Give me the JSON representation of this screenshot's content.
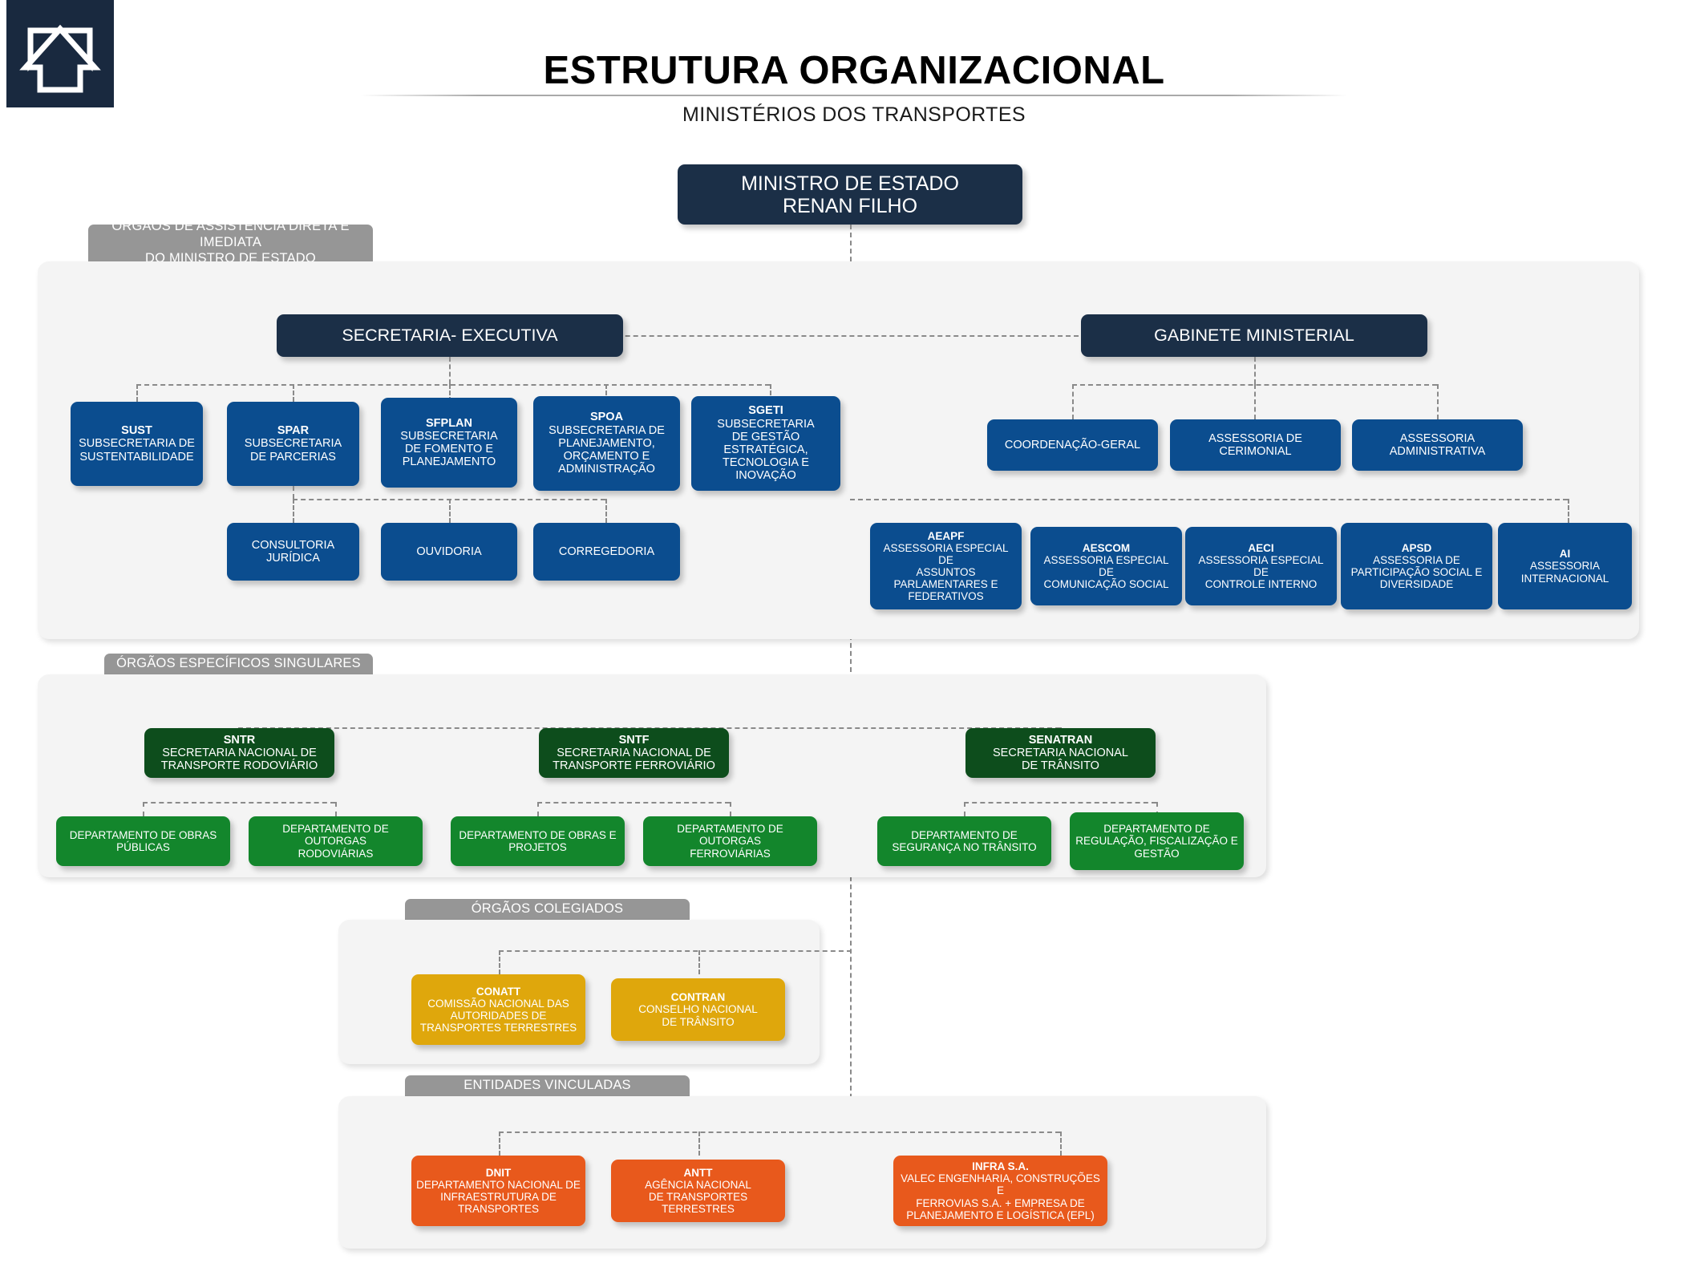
{
  "header": {
    "logo_icon": "ministry-house-arrow-logo",
    "title": "ESTRUTURA ORGANIZACIONAL",
    "subtitle": "MINISTÉRIOS DOS TRANSPORTES"
  },
  "colors": {
    "navy": "#1b2f47",
    "blue": "#0b4d8f",
    "dark_green": "#0d4d1c",
    "green": "#13862c",
    "gold": "#dfa70c",
    "orange": "#e8591c",
    "panel_label_gray": "#969696",
    "panel_bg": "#f4f4f4"
  },
  "minister": {
    "title": "MINISTRO DE ESTADO",
    "name": "RENAN FILHO"
  },
  "sections": {
    "assistencia": {
      "label_line1": "ÓRGÃOS DE ASSISTÊNCIA DIRETA E IMEDIATA",
      "label_line2": "DO MINISTRO DE ESTADO",
      "secretaria_executiva": "SECRETARIA- EXECUTIVA",
      "gabinete_ministerial": "GABINETE MINISTERIAL",
      "subsecretarias": [
        {
          "acronym": "SUST",
          "description": "SUBSECRETARIA DE\nSUSTENTABILIDADE"
        },
        {
          "acronym": "SPAR",
          "description": "SUBSECRETARIA\nDE PARCERIAS"
        },
        {
          "acronym": "SFPLAN",
          "description": "SUBSECRETARIA\nDE FOMENTO E\nPLANEJAMENTO"
        },
        {
          "acronym": "SPOA",
          "description": "SUBSECRETARIA DE\nPLANEJAMENTO,\nORÇAMENTO E\nADMINISTRAÇÃO"
        },
        {
          "acronym": "SGETI",
          "description": "SUBSECRETARIA\nDE GESTÃO ESTRATÉGICA,\nTECNOLOGIA E\nINOVAÇÃO"
        }
      ],
      "orgaos_secretaria": [
        {
          "acronym": "",
          "description": "CONSULTORIA\nJURÍDICA"
        },
        {
          "acronym": "",
          "description": "OUVIDORIA"
        },
        {
          "acronym": "",
          "description": "CORREGEDORIA"
        }
      ],
      "gabinete_children": [
        {
          "acronym": "",
          "description": "COORDENAÇÃO-GERAL"
        },
        {
          "acronym": "",
          "description": "ASSESSORIA DE CERIMONIAL"
        },
        {
          "acronym": "",
          "description": "ASSESSORIA ADMINISTRATIVA"
        }
      ],
      "assessorias": [
        {
          "acronym": "AEAPF",
          "description": "ASSESSORIA ESPECIAL DE\nASSUNTOS\nPARLAMENTARES E\nFEDERATIVOS"
        },
        {
          "acronym": "AESCOM",
          "description": "ASSESSORIA ESPECIAL DE\nCOMUNICAÇÃO SOCIAL"
        },
        {
          "acronym": "AECI",
          "description": "ASSESSORIA ESPECIAL DE\nCONTROLE INTERNO"
        },
        {
          "acronym": "APSD",
          "description": "ASSESSORIA DE\nPARTICIPAÇÃO SOCIAL E\nDIVERSIDADE"
        },
        {
          "acronym": "AI",
          "description": "ASSESSORIA\nINTERNACIONAL"
        }
      ]
    },
    "especificos": {
      "label": "ÓRGÃOS ESPECÍFICOS SINGULARES",
      "secretarias": [
        {
          "acronym": "SNTR",
          "description": "SECRETARIA NACIONAL DE\nTRANSPORTE RODOVIÁRIO"
        },
        {
          "acronym": "SNTF",
          "description": "SECRETARIA NACIONAL DE\nTRANSPORTE FERROVIÁRIO"
        },
        {
          "acronym": "SENATRAN",
          "description": "SECRETARIA NACIONAL\nDE TRÂNSITO"
        }
      ],
      "departamentos": [
        {
          "acronym": "",
          "description": "DEPARTAMENTO DE OBRAS\nPÚBLICAS"
        },
        {
          "acronym": "",
          "description": "DEPARTAMENTO DE OUTORGAS\nRODOVIÁRIAS"
        },
        {
          "acronym": "",
          "description": "DEPARTAMENTO DE OBRAS E\nPROJETOS"
        },
        {
          "acronym": "",
          "description": "DEPARTAMENTO DE OUTORGAS\nFERROVIÁRIAS"
        },
        {
          "acronym": "",
          "description": "DEPARTAMENTO DE\nSEGURANÇA NO TRÂNSITO"
        },
        {
          "acronym": "",
          "description": "DEPARTAMENTO DE\nREGULAÇÃO, FISCALIZAÇÃO E\nGESTÃO"
        }
      ]
    },
    "colegiados": {
      "label": "ÓRGÃOS COLEGIADOS",
      "items": [
        {
          "acronym": "CONATT",
          "description": "COMISSÃO NACIONAL DAS\nAUTORIDADES DE\nTRANSPORTES TERRESTRES"
        },
        {
          "acronym": "CONTRAN",
          "description": "CONSELHO NACIONAL\nDE TRÂNSITO"
        }
      ]
    },
    "vinculadas": {
      "label": "ENTIDADES VINCULADAS",
      "items": [
        {
          "acronym": "DNIT",
          "description": "DEPARTAMENTO NACIONAL DE\nINFRAESTRUTURA DE\nTRANSPORTES"
        },
        {
          "acronym": "ANTT",
          "description": "AGÊNCIA NACIONAL\nDE TRANSPORTES TERRESTRES"
        },
        {
          "acronym": "INFRA S.A.",
          "description": "VALEC ENGENHARIA, CONSTRUÇÕES E\nFERROVIAS S.A. + EMPRESA DE\nPLANEJAMENTO E LOGÍSTICA (EPL)"
        }
      ]
    }
  },
  "chart_data": {
    "type": "diagram",
    "diagram_kind": "organizational-chart",
    "root": "MINISTRO DE ESTADO — RENAN FILHO",
    "levels": [
      {
        "name": "ÓRGÃOS DE ASSISTÊNCIA DIRETA E IMEDIATA DO MINISTRO DE ESTADO",
        "nodes": [
          "SECRETARIA- EXECUTIVA",
          "GABINETE MINISTERIAL"
        ]
      },
      {
        "name": "ÓRGÃOS ESPECÍFICOS SINGULARES",
        "nodes": [
          "SNTR",
          "SNTF",
          "SENATRAN"
        ]
      },
      {
        "name": "ÓRGÃOS COLEGIADOS",
        "nodes": [
          "CONATT",
          "CONTRAN"
        ]
      },
      {
        "name": "ENTIDADES VINCULADAS",
        "nodes": [
          "DNIT",
          "ANTT",
          "INFRA S.A."
        ]
      }
    ]
  }
}
